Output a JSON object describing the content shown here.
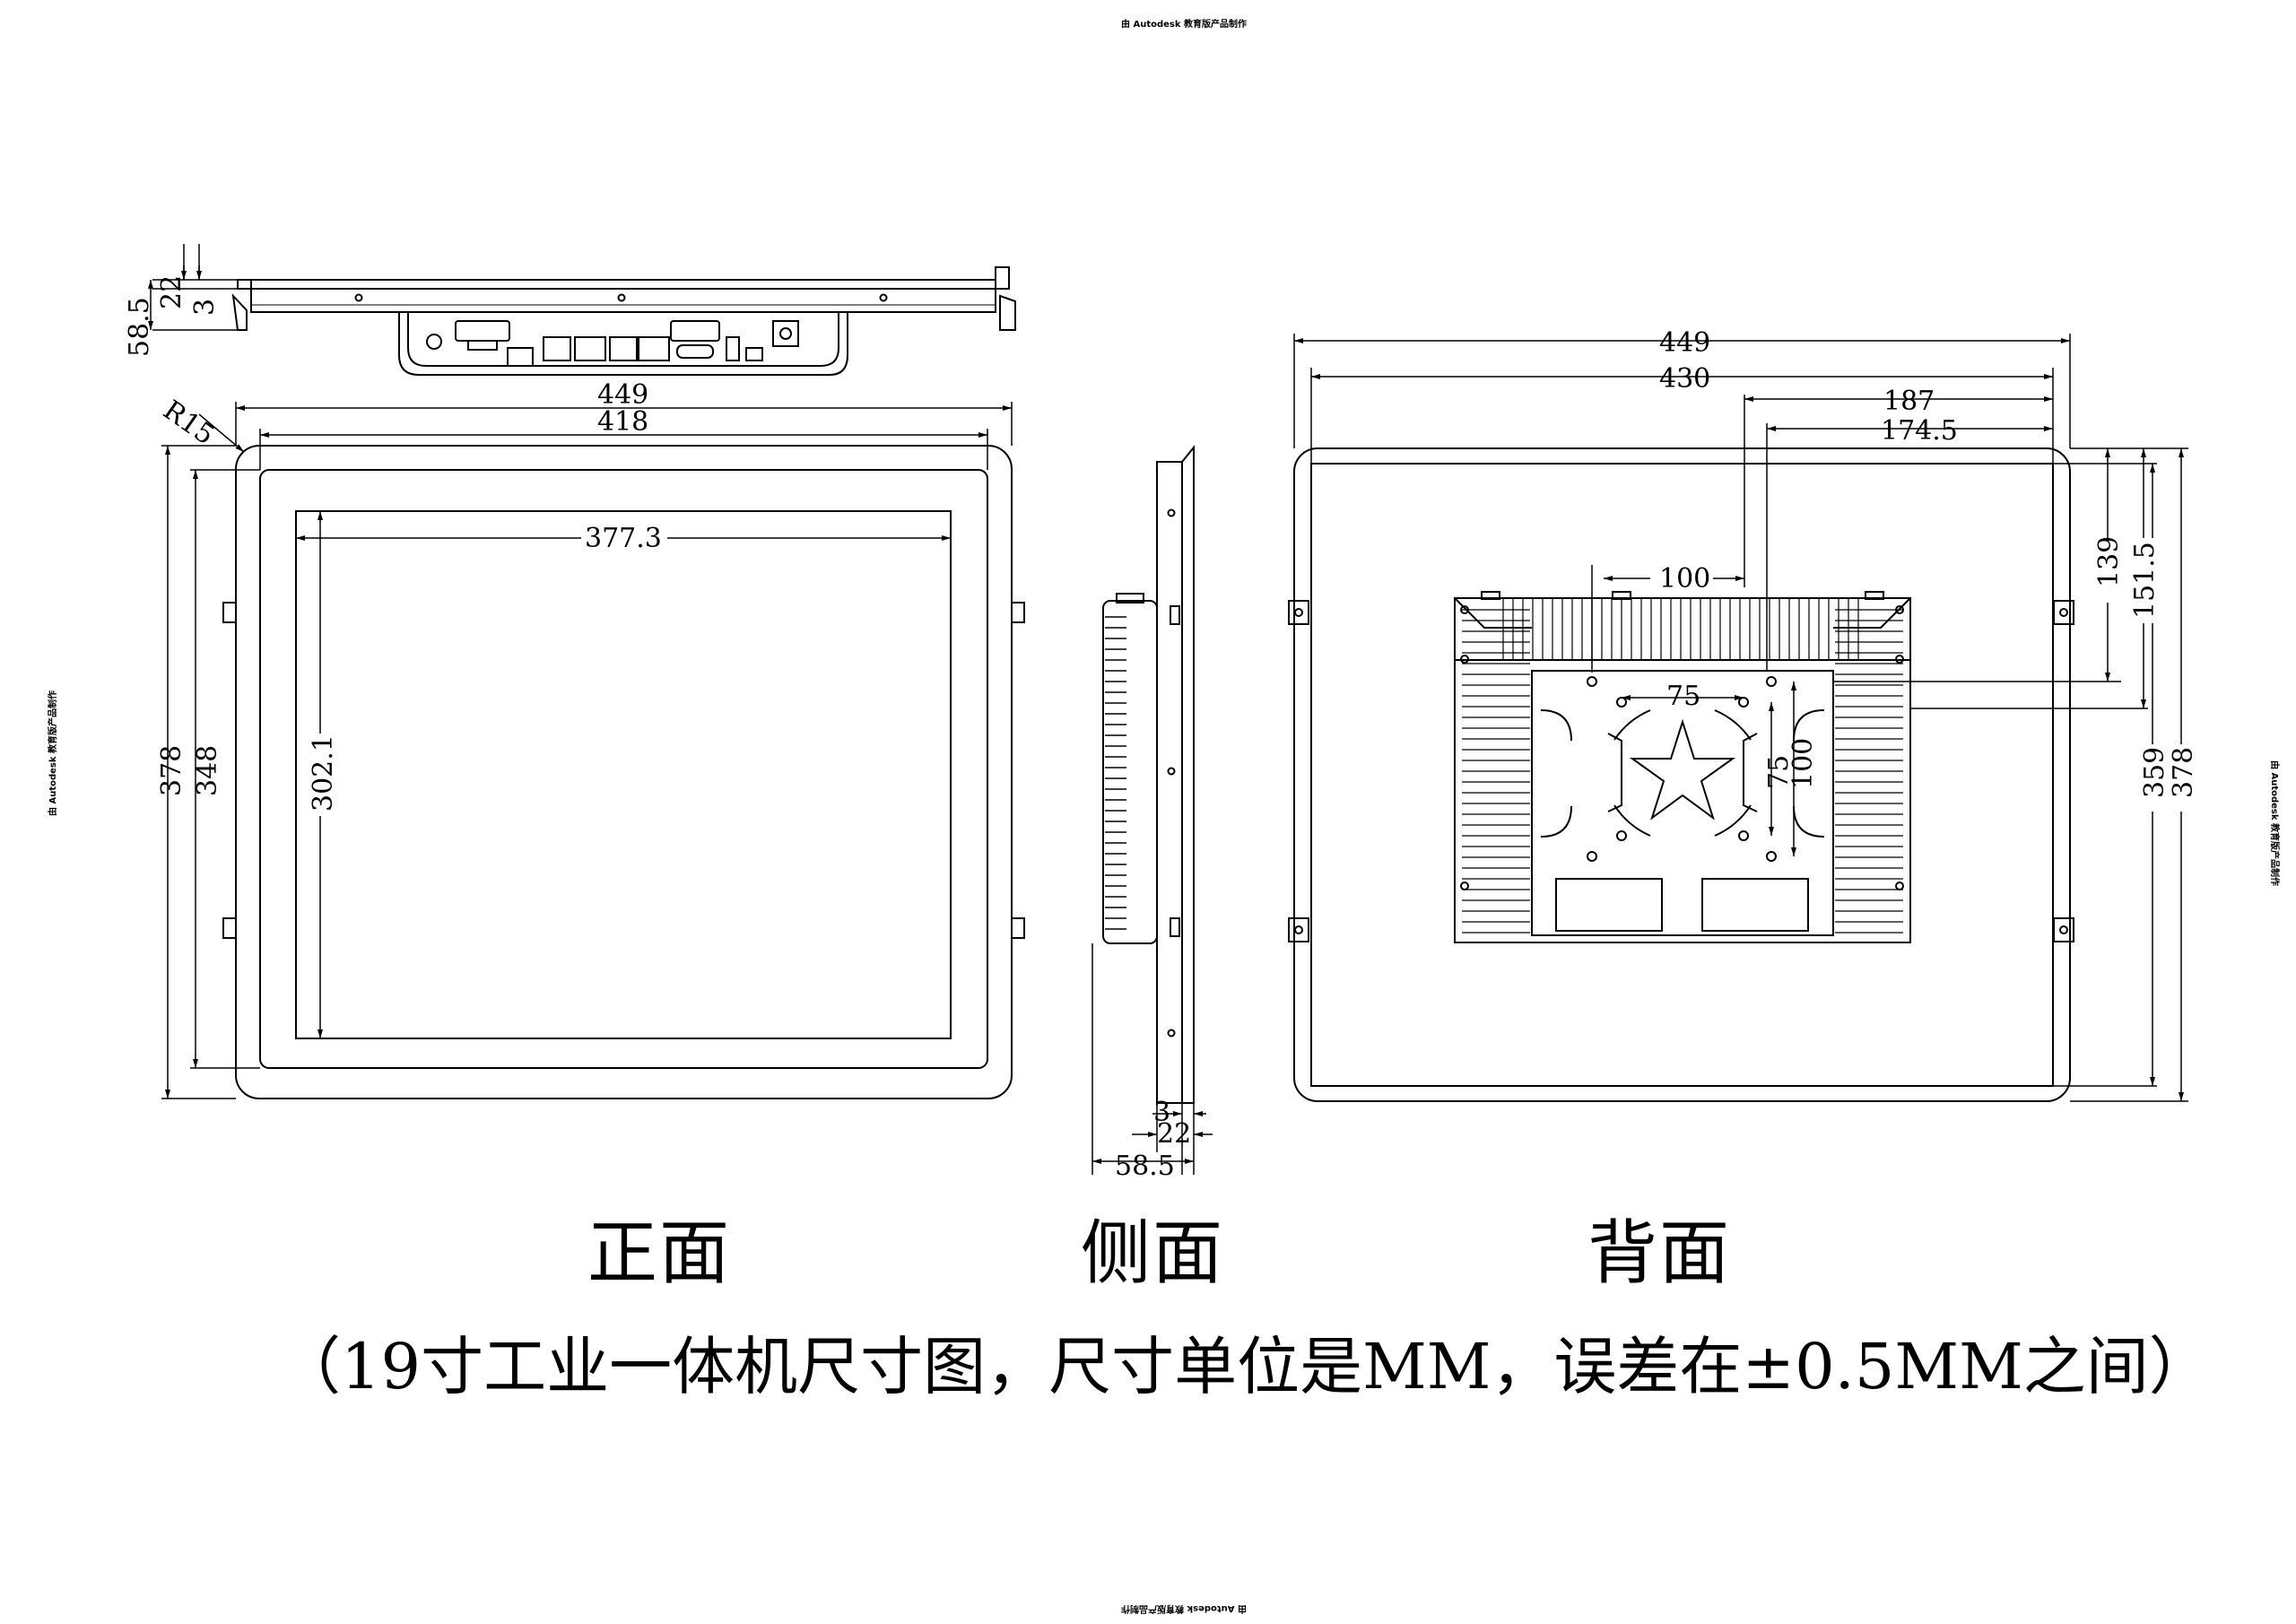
{
  "watermark": "由 Autodesk 教育版产品制作",
  "views": {
    "front": "正面",
    "side": "侧面",
    "back": "背面"
  },
  "caption": "（19寸工业一体机尺寸图，尺寸单位是MM，误差在±0.5MM之间）",
  "dims": {
    "top_22": "22",
    "top_3": "3",
    "top_58_5": "58.5",
    "front_radius": "R15",
    "front_width_outer": "449",
    "front_width_inner": "418",
    "front_active_width": "377.3",
    "front_height_outer": "378",
    "front_height_inner": "348",
    "front_active_height": "302.1",
    "side_3": "3",
    "side_22": "22",
    "side_58_5": "58.5",
    "back_width_outer": "449",
    "back_width_inner": "430",
    "back_187": "187",
    "back_174_5": "174.5",
    "back_100_h": "100",
    "back_75_h": "75",
    "back_75_v": "75",
    "back_100_v": "100",
    "back_139": "139",
    "back_151_5": "151.5",
    "back_359": "359",
    "back_378": "378"
  }
}
